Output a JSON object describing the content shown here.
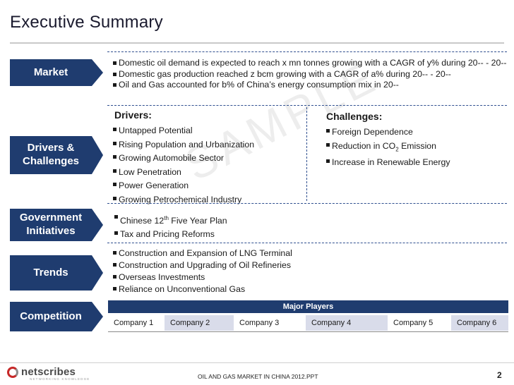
{
  "title": "Executive Summary",
  "watermark": "SAMPLE",
  "sections": {
    "market": {
      "label": "Market",
      "bullets": [
        "Domestic oil demand is expected to reach x mn tonnes growing with a CAGR of y% during 20-- - 20--",
        "Domestic gas production reached z bcm growing with a CAGR of a% during 20-- - 20--",
        "Oil and Gas accounted for b% of China’s energy consumption mix in 20--"
      ]
    },
    "drivers_challenges": {
      "label_line1": "Drivers &",
      "label_line2": "Challenges",
      "drivers_heading": "Drivers:",
      "drivers": [
        "Untapped Potential",
        "Rising Population and Urbanization",
        "Growing Automobile Sector",
        "Low Penetration",
        "Power Generation",
        "Growing Petrochemical Industry"
      ],
      "challenges_heading": "Challenges:",
      "challenges": [
        "Foreign Dependence",
        "Increase in Renewable Energy"
      ],
      "challenge_co2_prefix": "Reduction in CO",
      "challenge_co2_sub": "2",
      "challenge_co2_suffix": " Emission"
    },
    "government": {
      "label_line1": "Government",
      "label_line2": "Initiatives",
      "bullet1_prefix": "Chinese 12",
      "bullet1_sup": "th",
      "bullet1_suffix": "  Five Year Plan",
      "bullet2": "Tax and Pricing Reforms"
    },
    "trends": {
      "label": "Trends",
      "bullets": [
        "Construction and Expansion of LNG Terminal",
        "Construction and Upgrading of Oil Refineries",
        "Overseas Investments",
        "Reliance on Unconventional Gas"
      ]
    },
    "competition": {
      "label": "Competition",
      "players_heading": "Major Players",
      "companies": [
        "Company 1",
        "Company 2",
        "Company 3",
        "Company 4",
        "Company 5",
        "Company 6"
      ]
    }
  },
  "footer": {
    "logo_text": "netscribes",
    "logo_tagline": "NETWORKING KNOWLEDGE",
    "document": "OIL AND GAS MARKET IN CHINA 2012.PPT",
    "page": "2"
  },
  "colors": {
    "label_fill": "#1f3c6f",
    "dash": "#2f4f8f",
    "company_shade": "#d9dcea",
    "logo_red": "#c62828"
  }
}
